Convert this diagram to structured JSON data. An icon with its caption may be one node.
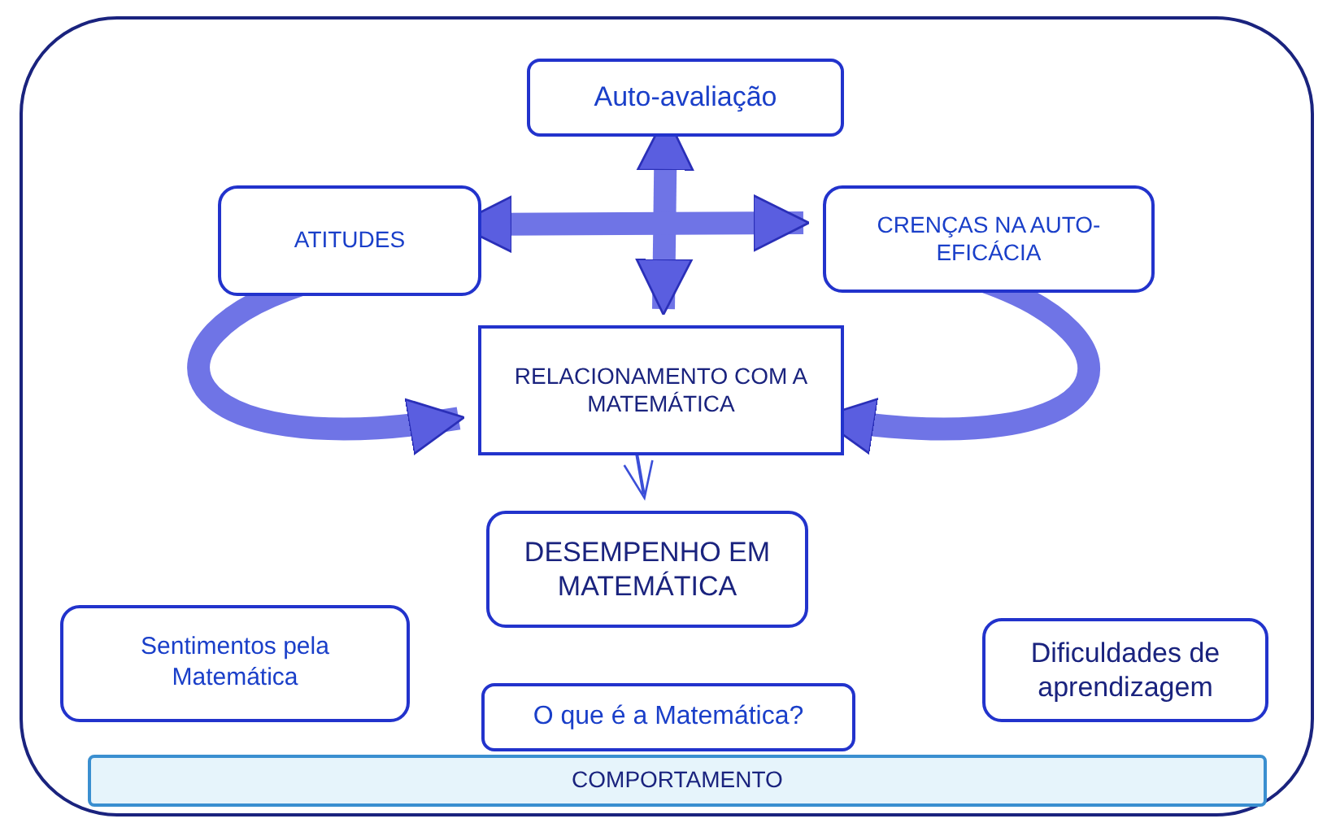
{
  "diagram": {
    "nodes": [
      {
        "text": [],
        "shape": "box"
      },
      {
        "text": [
          "Auto-avaliação"
        ],
        "in": 0
      },
      {
        "text": [
          "ATITUDES"
        ],
        "in": 0
      },
      {
        "text": [
          "CRENÇAS NA AUTO-EFICÁCIA"
        ],
        "in": 0
      },
      {
        "text": [
          "RELACIONAMENTO COM A MATEMÁTICA"
        ],
        "in": 0
      },
      {
        "text": [
          "DESEMPENHO EM MATEMÁTICA"
        ],
        "in": 0
      },
      {
        "text": [
          "Sentimentos pela Matemática"
        ],
        "in": 0
      },
      {
        "text": [
          "Dificuldades de aprendizagem"
        ],
        "in": 0
      },
      {
        "text": [
          "O que é a Matemática?"
        ],
        "in": 0
      },
      {
        "text": [
          "COMPORTAMENTO"
        ],
        "in": 0
      }
    ],
    "edges": [
      {
        "from": 1,
        "to": 4,
        "arrow": "both"
      },
      {
        "from": 2,
        "to": 3,
        "arrow": "both"
      },
      {
        "from": 2,
        "to": 4,
        "arrow": "to"
      },
      {
        "from": 3,
        "to": 4,
        "arrow": "to"
      },
      {
        "from": 4,
        "to": 5,
        "arrow": "to"
      }
    ]
  }
}
